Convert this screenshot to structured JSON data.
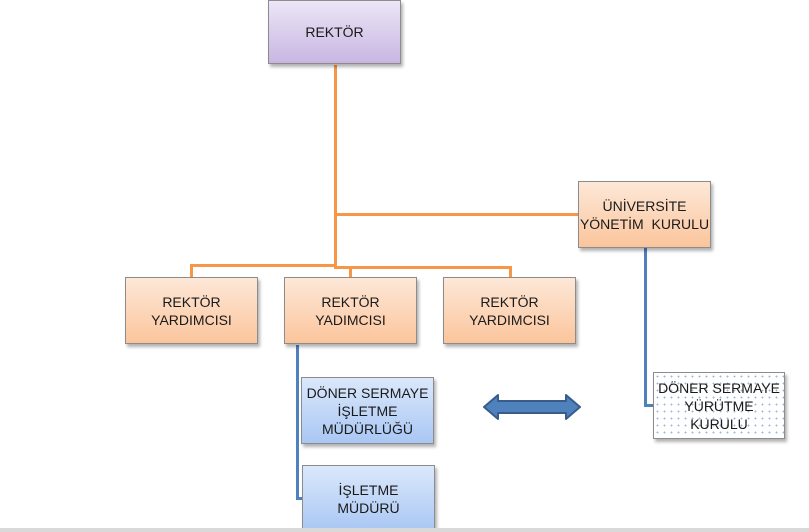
{
  "diagram": {
    "type": "organization-chart",
    "nodes": {
      "rector": "REKTÖR",
      "university_board": [
        "ÜNİVERSİTE",
        "YÖNETİM  KURULU"
      ],
      "vice_rector_1": [
        "REKTÖR",
        "YARDIMCISI"
      ],
      "vice_rector_2": [
        "REKTÖR",
        "YADIMCISI"
      ],
      "vice_rector_3": [
        "REKTÖR",
        "YARDIMCISI"
      ],
      "revolving_fund_directorate": [
        "DÖNER SERMAYE",
        "İŞLETME",
        "MÜDÜRLÜĞÜ"
      ],
      "business_manager": [
        "İŞLETME",
        "MÜDÜRÜ"
      ],
      "revolving_fund_executive_board": [
        "DÖNER SERMAYE",
        "YÜRÜTME",
        "KURULU"
      ]
    },
    "edges": [
      {
        "from": "rector",
        "to": "university_board"
      },
      {
        "from": "rector",
        "to": "vice_rector_1"
      },
      {
        "from": "rector",
        "to": "vice_rector_2"
      },
      {
        "from": "rector",
        "to": "vice_rector_3"
      },
      {
        "from": "vice_rector_2",
        "to": "revolving_fund_directorate"
      },
      {
        "from": "vice_rector_2",
        "to": "business_manager"
      },
      {
        "from": "university_board",
        "to": "revolving_fund_executive_board"
      },
      {
        "from": "revolving_fund_directorate",
        "to": "revolving_fund_executive_board",
        "style": "double-arrow"
      }
    ],
    "colors": {
      "connector_orange": "#f79646",
      "connector_blue": "#4f81bd",
      "arrow_fill": "#4f81bd",
      "arrow_stroke": "#385d8a"
    }
  }
}
